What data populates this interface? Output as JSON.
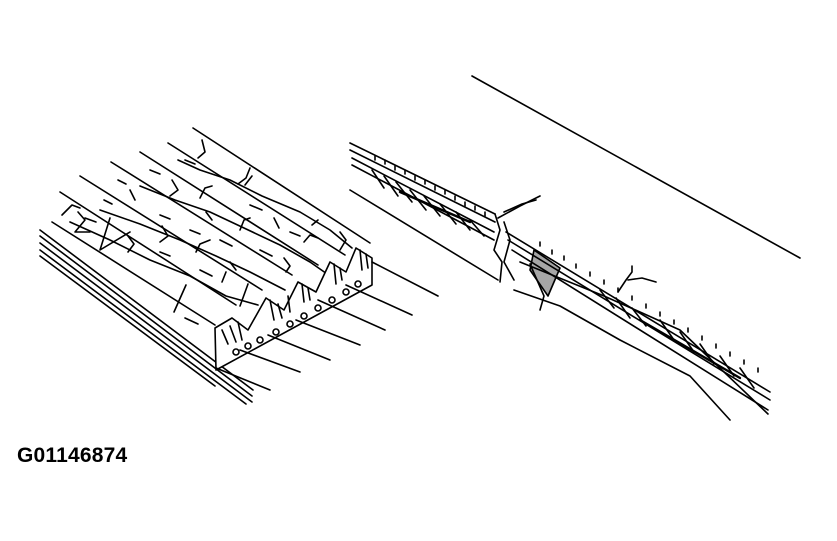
{
  "figure": {
    "id_label": "G01146874",
    "panels": [
      {
        "name": "multi-rib-belt-cracked",
        "description": "Isometric view of a ribbed (serpentine) belt with multiple cracks across the ribs"
      },
      {
        "name": "belt-cross-section-damaged",
        "description": "Side section of a belt showing layered construction with a tear/separation and a crack"
      }
    ],
    "colors": {
      "ink": "#000000",
      "background": "#ffffff"
    }
  }
}
